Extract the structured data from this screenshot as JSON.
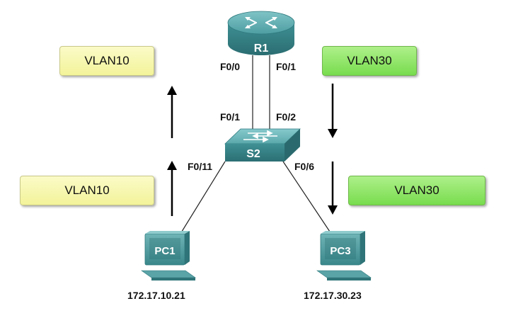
{
  "vlan_boxes": {
    "top_left": "VLAN10",
    "bottom_left": "VLAN10",
    "top_right": "VLAN30",
    "bottom_right": "VLAN30"
  },
  "devices": {
    "router": "R1",
    "switch": "S2",
    "pc1": "PC1",
    "pc3": "PC3"
  },
  "ports": {
    "r1_left": "F0/0",
    "r1_right": "F0/1",
    "s2_left_top": "F0/1",
    "s2_right_top": "F0/2",
    "s2_pc1": "F0/11",
    "s2_pc3": "F0/6"
  },
  "addresses": {
    "pc1_ip": "172.17.10.21",
    "pc3_ip": "172.17.30.23"
  },
  "colors": {
    "vlan10": "#f5f5a8",
    "vlan30": "#86e05a",
    "device_teal": "#3d8e92"
  }
}
